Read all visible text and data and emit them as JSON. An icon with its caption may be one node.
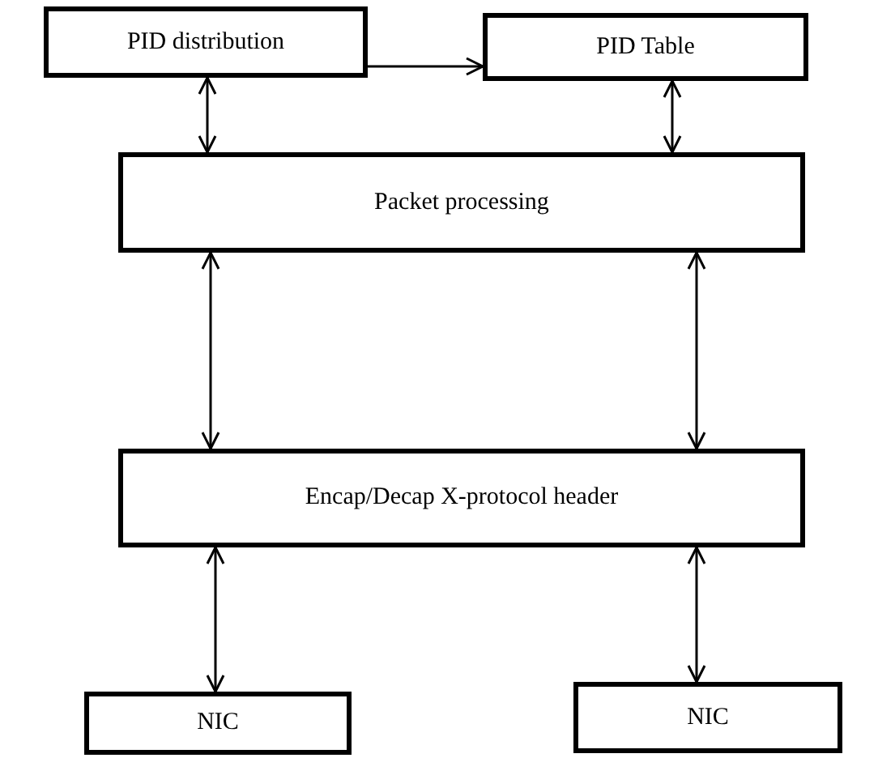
{
  "diagram": {
    "nodes": [
      {
        "text": [
          "PID distribution"
        ]
      },
      {
        "text": [
          "PID Table"
        ]
      },
      {
        "text": [
          "Packet processing"
        ]
      },
      {
        "text": [
          "Encap/Decap X-protocol header"
        ]
      },
      {
        "text": [
          "NIC"
        ]
      },
      {
        "text": [
          "NIC"
        ]
      }
    ],
    "edges": [
      {
        "from": 0,
        "to": 1,
        "arrow": "to"
      },
      {
        "from": 0,
        "to": 2,
        "arrow": "both"
      },
      {
        "from": 1,
        "to": 2,
        "arrow": "both"
      },
      {
        "from": 2,
        "to": 3,
        "arrow": "both"
      },
      {
        "from": 2,
        "to": 3,
        "arrow": "both"
      },
      {
        "from": 3,
        "to": 4,
        "arrow": "both"
      },
      {
        "from": 3,
        "to": 5,
        "arrow": "both"
      }
    ]
  }
}
